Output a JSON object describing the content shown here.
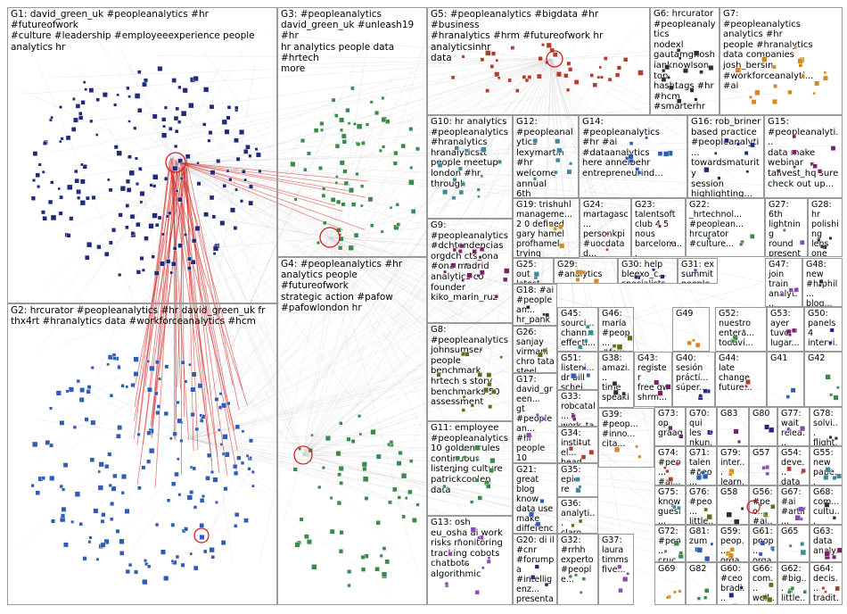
{
  "title": "NodeXL network graph of #peopleanalytics Twitter conversation",
  "colors": {
    "edge": "#c9c9c9",
    "edge_highlight": "#d42020",
    "panel_border": "#9a9a9a",
    "node_palette": [
      "#1f2a7a",
      "#2e5db3",
      "#3a8a4a",
      "#7a1f6a",
      "#b33c2e",
      "#3c8a9a",
      "#6a6a1f",
      "#8a4ab3",
      "#2e2e2e",
      "#d48a20"
    ]
  },
  "groups": [
    {
      "id": "G1",
      "label": "G1: david_green_uk #peopleanalytics #hr #futureofwork\n#culture #leadership #employeeexperience people\nanalytics hr"
    },
    {
      "id": "G2",
      "label": "G2: hrcurator #peopleanalytics #hr david_green_uk fr\nthx4rt #hranalytics data #workforceanalytics #hcm"
    },
    {
      "id": "G3",
      "label": "G3: #peopleanalytics\ndavid_green_uk #unleash19 #hr\nhr analytics people data #hrtech\nmore"
    },
    {
      "id": "G4",
      "label": "G4: #peopleanalytics #hr\nanalytics people #futureofwork\nstrategic action #pafow\n#pafowlondon hr"
    },
    {
      "id": "G5",
      "label": "G5: #peopleanalytics #bigdata #hr #business\n#hranalytics #hrm #futureofwork hr analyticsinhr\ndata"
    },
    {
      "id": "G6",
      "label": "G6: hrcurator\n#peopleanalytics\nnodexl\ngautamghosh\nianknowlson top\nhashtags #hr #hcm\n#smarterhr"
    },
    {
      "id": "G7",
      "label": "G7:\n#peopleanalytics\nanalytics #hr\npeople #hranalytics\ndata companies\njosh_bersin\n#workforceanalyti...\n#ai"
    },
    {
      "id": "G8",
      "label": "G8:\n#peopleanalytics\njohnsumser\npeople\nbenchmark\nhrtech s story\nbenchmarks 50\nassessment"
    },
    {
      "id": "G9",
      "label": "G9:\n#peopleanalytics\n#dchtendencias\norgdch cts_ona\n#ona madrid\nanalytics co\nfounder\nkiko_marin_ruz"
    },
    {
      "id": "G10",
      "label": "G10: hr analytics\n#peopleanalytics\n#hranalytics\nhranalyticstt\npeople meetup\nlondon #hr\nthrough"
    },
    {
      "id": "G11",
      "label": "G11: employee\n#peopleanalytics\n10 golden rules\ncontinuous\nlistening culture\npatrickcoolen\ndata"
    },
    {
      "id": "G12",
      "label": "G12:\n#peopleanalytics\nlexymartin #hr\nwelcome annual\n6th\n#hrcoreacademy..."
    },
    {
      "id": "G13",
      "label": "G13: osh\neu_osha ai work\nrisks monitoring\ntracking cobots\nchatbots\nalgorithmic"
    },
    {
      "id": "G14",
      "label": "G14:\n#peopleanalytics\n#hr #ai\n#dataanalytics\nhere annelbehr\nentrepreneurind..."
    },
    {
      "id": "G15",
      "label": "G15:\n#peopleanalyti...\ndata make\nwebinar\ntalivest_hq sure\ncheck out up..."
    },
    {
      "id": "G16",
      "label": "G16: rob_briner\nbased practice\n#peopleanalyti...\ntowardsmaturity\nsession\nhighlighting..."
    },
    {
      "id": "G17",
      "label": "G17:\ndavid_green...\ngt\n#peoplean...\n#hr people\n10\nperformanc..."
    },
    {
      "id": "G18",
      "label": "G18: #ai\n#peoplean...\nhr_pankaj 6\nwomen\ngrossly\nunderrepre...\n#artificiallin..."
    },
    {
      "id": "G19",
      "label": "G19: trishuhl\nmanageme...\n2 0 defined\ngary hamel\nprofhamel\ntrying\n#digitaltran..."
    },
    {
      "id": "G20",
      "label": "G20: di il\n#cnr\n#forumpa\n#intelligenz...\npresentato..."
    },
    {
      "id": "G21",
      "label": "G21: great\nblog know\ndata use\nmake\ndifference..."
    },
    {
      "id": "G22",
      "label": "G22:\n_hrtechnol...\n#peoplean...\nhrcurator\n#culture..."
    },
    {
      "id": "G23",
      "label": "G23:\ntalentsoft\nclub 4 5\nnous\nbarcelona..."
    },
    {
      "id": "G24",
      "label": "G24:\nmartagasc...\npersonkpi\n#uocdatad...\nhabla..."
    },
    {
      "id": "G25",
      "label": "G25: out\nlatest\nteam\narticle\n#10xpsy..."
    },
    {
      "id": "G26",
      "label": "G26:\nsanjay\nvirmani\nchro tata\nsteel..."
    },
    {
      "id": "G27",
      "label": "G27: 6th\nlightning\nround\npresenter\ns_ghai9..."
    },
    {
      "id": "G28",
      "label": "G28: hr\npolishing\nlens one\nfour shifts\nfuture..."
    },
    {
      "id": "G29",
      "label": "G29:\n#analytics"
    },
    {
      "id": "G30",
      "label": "G30: help\nbleexo_c...\nspecialists\nprepared..."
    },
    {
      "id": "G31",
      "label": "G31: ex\nsummit\npeopleglo...\nmelbour..."
    },
    {
      "id": "G32",
      "label": "G32:\n#rrhh\nexperto\n#people..."
    },
    {
      "id": "G33",
      "label": "G33:\nrobcatal...\nwork_ta...\n#emplo..."
    },
    {
      "id": "G34",
      "label": "G34:\ninstitutel...\nhead\nresearc..."
    },
    {
      "id": "G35",
      "label": "G35: epic\nre\nengage...\nensurin..."
    },
    {
      "id": "G36",
      "label": "G36:\nanalyti...\nclaro\n#peop..."
    },
    {
      "id": "G37",
      "label": "G37:\nlaura\ntimms\nfive..."
    },
    {
      "id": "G38",
      "label": "G38:\namazi...\ntime\nspeaki..."
    },
    {
      "id": "G39",
      "label": "G39:\n#peop...\n#inno...\ncita..."
    },
    {
      "id": "G40",
      "label": "G40:\nsesión\npráctí...\nsúper..."
    },
    {
      "id": "G41",
      "label": "G41"
    },
    {
      "id": "G42",
      "label": "G42"
    },
    {
      "id": "G43",
      "label": "G43:\nregister\nfree gw\nshrm..."
    },
    {
      "id": "G44",
      "label": "G44:\nlate\nchange\nfuture..."
    },
    {
      "id": "G45",
      "label": "G45:\nsourci...\nchann...\neffecti..."
    },
    {
      "id": "G46",
      "label": "G46:\nmaría\n#peop...\n#fow"
    },
    {
      "id": "G47",
      "label": "G47:\njoin\ntrain\nanalyt..."
    },
    {
      "id": "G48",
      "label": "G48:\nnew\n#hrphil...\nblog..."
    },
    {
      "id": "G49",
      "label": "G49"
    },
    {
      "id": "G50",
      "label": "G50:\npanels\n4\nintervi..."
    },
    {
      "id": "G51",
      "label": "G51:\nlisteni...\ndr bill\nschei..."
    },
    {
      "id": "G52",
      "label": "G52:\nnuestro\nentera...\ntodaví..."
    },
    {
      "id": "G53",
      "label": "G53:\nayer\ntuvo\nlugar..."
    },
    {
      "id": "G54",
      "label": "G54:\ndeve...\ndata\nanaly..."
    },
    {
      "id": "G55",
      "label": "G55:\nnew\npape...\nblog..."
    },
    {
      "id": "G56",
      "label": "G56:\n#peo...\n#ai..."
    },
    {
      "id": "G57",
      "label": "G57"
    },
    {
      "id": "G58",
      "label": "G58"
    },
    {
      "id": "G59",
      "label": "G59:\npeop...\norga..."
    },
    {
      "id": "G60",
      "label": "G60:\n#ceo\nbradl...\nwell..."
    },
    {
      "id": "G61",
      "label": "G61:\npeop...\norga..."
    },
    {
      "id": "G62",
      "label": "G62:\n#big...\nlittle..."
    },
    {
      "id": "G63",
      "label": "G63:\ndata\nanaly..."
    },
    {
      "id": "G64",
      "label": "G64:\ndecis...\ntradit..."
    },
    {
      "id": "G65",
      "label": "G65"
    },
    {
      "id": "G66",
      "label": "G66:\ncom...\nwell..."
    },
    {
      "id": "G67",
      "label": "G67:\n#ai\n#artif..."
    },
    {
      "id": "G68",
      "label": "G68:\ncom...\ncultu..."
    },
    {
      "id": "G69",
      "label": "G69"
    },
    {
      "id": "G70",
      "label": "G70:\nqui les\nnkun..."
    },
    {
      "id": "G71",
      "label": "G71:\ntalen\n#peo...\nlearn..."
    },
    {
      "id": "G72",
      "label": "G72:\n#peo...\ncruc..."
    },
    {
      "id": "G73",
      "label": "G73:\nop\ngraag"
    },
    {
      "id": "G74",
      "label": "G74:\n#peo...\n#ai..."
    },
    {
      "id": "G75",
      "label": "G75:\nknow\nguesi..."
    },
    {
      "id": "G76",
      "label": "G76:\n#peo...\nlittle..."
    },
    {
      "id": "G77",
      "label": "G77:\nwait\nrelea...\n#peo..."
    },
    {
      "id": "G78",
      "label": "G78:\nsolvi...\nflight..."
    },
    {
      "id": "G79",
      "label": "G79:\ninter...\nlearn..."
    },
    {
      "id": "G80",
      "label": "G80"
    },
    {
      "id": "G81",
      "label": "G81:\nzum"
    },
    {
      "id": "G82",
      "label": "G82"
    },
    {
      "id": "G83",
      "label": "G83"
    }
  ]
}
